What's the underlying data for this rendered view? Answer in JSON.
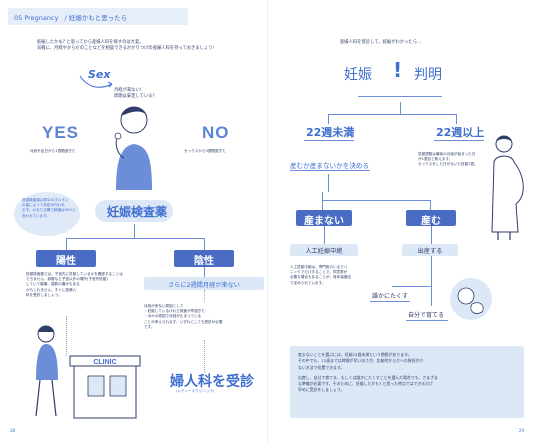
{
  "left_page": {
    "header": {
      "num": "05 Pregnancy",
      "title": "/ 妊娠かもと思ったら"
    },
    "intro": [
      "妊娠したかも? と思ってから産婦人科を探すのは大変。",
      "気軽に、月経やからだのことなどを相談できるかかりつけの産婦人科を持っておきましょう!"
    ],
    "sex_label": "Sex",
    "thought": [
      "月経が来ない!",
      "周期は安定している?"
    ],
    "yes_label": "YES",
    "yes_caption": "月経予定日から1週間過ぎた",
    "no_label": "NO",
    "no_caption": "セックスから3週間過ぎた",
    "note": [
      "妊娠検査薬は尿中のホルモン",
      "の量によって判定が行われ",
      "ます。かなり正確で精度は99%と",
      "言われています。"
    ],
    "test_title": "妊娠検査薬",
    "positive": "陽性",
    "negative": "陰性",
    "positive_text": [
      "妊娠検査薬では、子宮内に妊娠しているかを確認することはできません。卵管など子宮以外の場所(子宮外妊娠)",
      "していて腹痛、複数の痛みもある",
      "かもしれません。すぐに産婦人",
      "科を受診しましょう。"
    ],
    "retest": "さらに2週間月経が来ない",
    "negative_text": [
      "月経が来ない原因として",
      "・妊娠しているけれど検査が早過ぎた",
      "・ほかの原因で月経が止まっている",
      "ことが考えられます。いずれにしても受診が必要",
      "です。"
    ],
    "clinic_sign": "CLINIC",
    "visit": "婦人科を受診",
    "visit_sub": "(レディースクリニック)",
    "page_number": "28"
  },
  "right_page": {
    "header": [
      "産婦人科を受診して、妊娠がわかったら…"
    ],
    "pregnancy_title": "妊娠",
    "judge": "判明",
    "under22": "22週未満",
    "over22": "22週以上",
    "under_caption": "産むか産まないかを決める",
    "over_text": [
      "妊娠週数は最後の月経が始まった日",
      "が1週目と数えます。",
      "セックスをした日がないた妊娠2週。"
    ],
    "not_birth": "産まない",
    "birth": "産む",
    "abortion": "人工妊娠中絶",
    "delivery": "出産する",
    "abortion_text": [
      "人工妊娠中絶は、専門医のいるクリ",
      "ニックでだけすることで。同意書が",
      "必要な場合もあることが、母体保護法",
      "で定められています。"
    ],
    "adoption": "誰かにたくす",
    "raise": "自分で育てる",
    "box_text": [
      "産まないことを選ぶには、妊娠22週未満という期限があります。",
      "その中でも、12週までは時間が早いほうが、比較的からだへの負担が少",
      "ない方法で処置できます。",
      "出産し、自分で育てる、もしくは誰かにたくすことを選んだ場合でも、さまざま",
      "な準備が必要です。そのために、妊娠したかも? と思った時点ではできるだけ",
      "早めに受診をしましょう。"
    ],
    "page_number": "29"
  },
  "colors": {
    "accent": "#3f6fcf",
    "navy": "#2f3d6a",
    "light": "#dde8f7",
    "mid": "#6c8ed8"
  }
}
